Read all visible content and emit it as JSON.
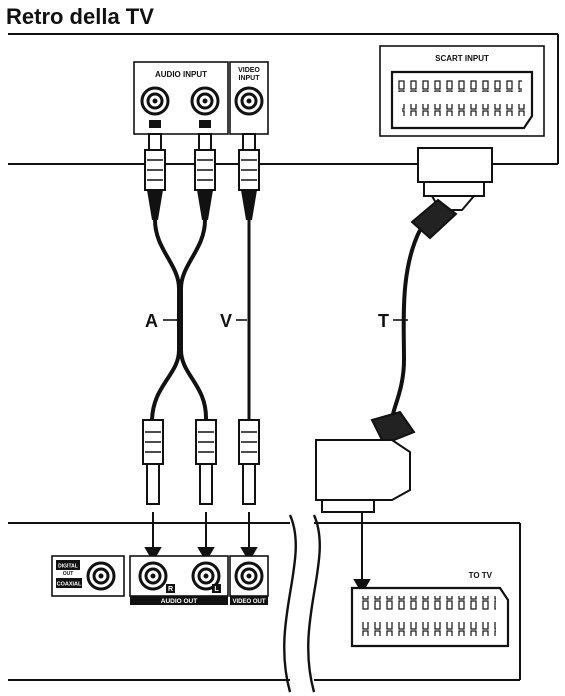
{
  "title": "Retro della TV",
  "tv_panel": {
    "audio_input_label": "AUDIO INPUT",
    "video_input_label": "VIDEO INPUT",
    "video_input_lines": [
      "VIDEO",
      "INPUT"
    ],
    "scart_input_label": "SCART INPUT"
  },
  "cables": {
    "audio": "A",
    "video": "V",
    "scart": "T"
  },
  "player_panel": {
    "digital_out_label": "DIGITAL OUT",
    "digital_out_lines": [
      "DIGITAL",
      "OUT"
    ],
    "coaxial_label": "COAXIAL",
    "audio_out_label": "AUDIO OUT",
    "right_mark": "R",
    "left_mark": "L",
    "video_out_label": "VIDEO OUT",
    "to_tv_label": "TO TV"
  },
  "colors": {
    "ink": "#111111",
    "panel": "#ffffff",
    "background": "#ffffff"
  }
}
